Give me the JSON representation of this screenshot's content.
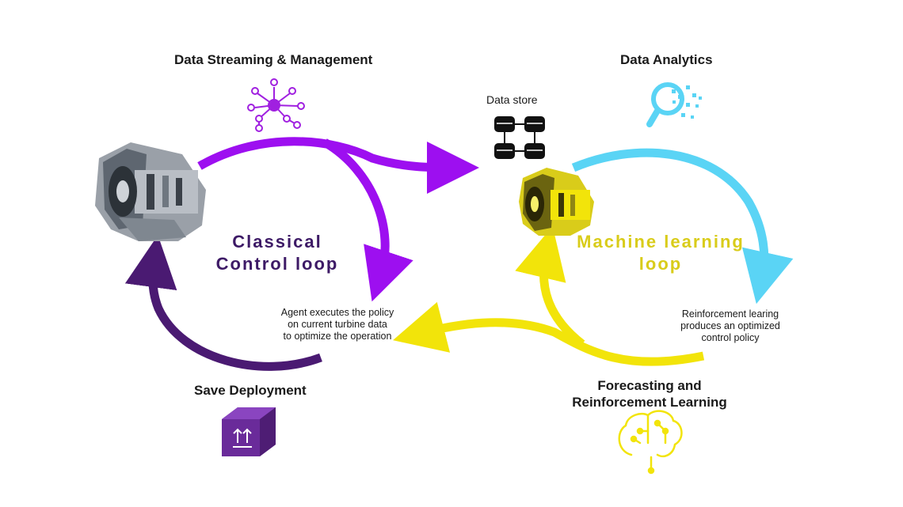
{
  "labels": {
    "data_streaming": "Data Streaming & Management",
    "data_analytics": "Data Analytics",
    "data_store": "Data store",
    "save_deployment": "Save Deployment",
    "forecasting": [
      "Forecasting and",
      "Reinforcement Learning"
    ]
  },
  "loops": {
    "classical": [
      "Classical",
      "Control loop"
    ],
    "ml": [
      "Machine learning",
      "loop"
    ]
  },
  "steps": {
    "agent": [
      "Agent executes the policy",
      "on current turbine data",
      "to optimize the operation"
    ],
    "rl": [
      "Reinforcement learing",
      "produces an optimized",
      "control policy"
    ]
  },
  "colors": {
    "purple_bright": "#9d0ff0",
    "purple_dark": "#4a1a72",
    "cyan": "#5ad4f5",
    "yellow": "#f2e40a",
    "ml_text": "#d9cc1a",
    "classical_text": "#3d1a66",
    "box": "#6a2b9a"
  },
  "icons": [
    "network-icon",
    "magnifier-data-icon",
    "database-icon",
    "package-icon",
    "brain-circuit-icon",
    "turbine-engine-image",
    "turbine-engine-yellow-image"
  ]
}
